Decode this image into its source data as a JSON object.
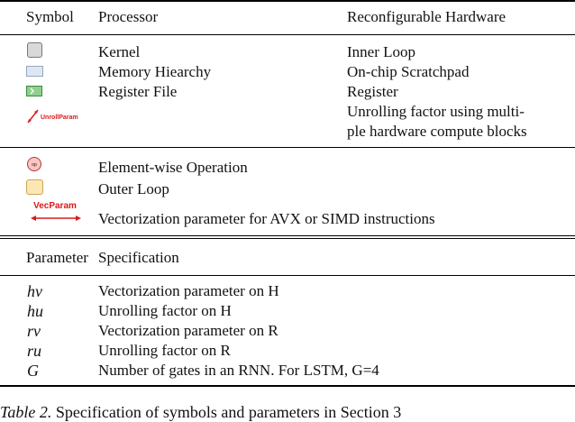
{
  "header": {
    "symbol": "Symbol",
    "processor": "Processor",
    "hardware": "Reconfigurable Hardware"
  },
  "section1": [
    {
      "icon": "kernel-square-icon",
      "processor": "Kernel",
      "hardware": "Inner Loop"
    },
    {
      "icon": "memory-hierarchy-rect-icon",
      "processor": "Memory Hiearchy",
      "hardware": "On-chip Scratchpad"
    },
    {
      "icon": "register-file-icon",
      "processor": "Register File",
      "hardware": "Register"
    },
    {
      "icon": "unroll-param-arrow-icon",
      "icon_label": "UnrollParam",
      "processor": "",
      "hardware_line1": "Unrolling factor using multi-",
      "hardware_line2": "ple hardware compute blocks"
    }
  ],
  "section2": [
    {
      "icon": "element-wise-op-circle-icon",
      "icon_label": "op",
      "text": "Element-wise Operation"
    },
    {
      "icon": "outer-loop-square-icon",
      "text": "Outer Loop"
    },
    {
      "icon": "vec-param-arrow-icon",
      "icon_label": "VecParam",
      "text": "Vectorization parameter for AVX or SIMD instructions"
    }
  ],
  "param_header": {
    "parameter": "Parameter",
    "specification": "Specification"
  },
  "params": [
    {
      "symbol": "hv",
      "spec": "Vectorization parameter on H"
    },
    {
      "symbol": "hu",
      "spec": "Unrolling factor on H"
    },
    {
      "symbol": "rv",
      "spec": "Vectorization parameter on R"
    },
    {
      "symbol": "ru",
      "spec": "Unrolling factor on R"
    },
    {
      "symbol": "G",
      "spec": "Number of gates in an RNN. For LSTM, G=4"
    }
  ],
  "caption": {
    "label": "Table 2.",
    "text": "Specification of symbols and parameters in Section 3"
  },
  "colors": {
    "kernel_fill": "#d9d9d9",
    "memory_fill": "#dde6f3",
    "register_fill": "#8fd08f",
    "register_border": "#3c8c3c",
    "arrow_red": "#d81b1b",
    "op_fill": "#f7c7c7",
    "outer_loop_fill": "#fbe7b4"
  }
}
